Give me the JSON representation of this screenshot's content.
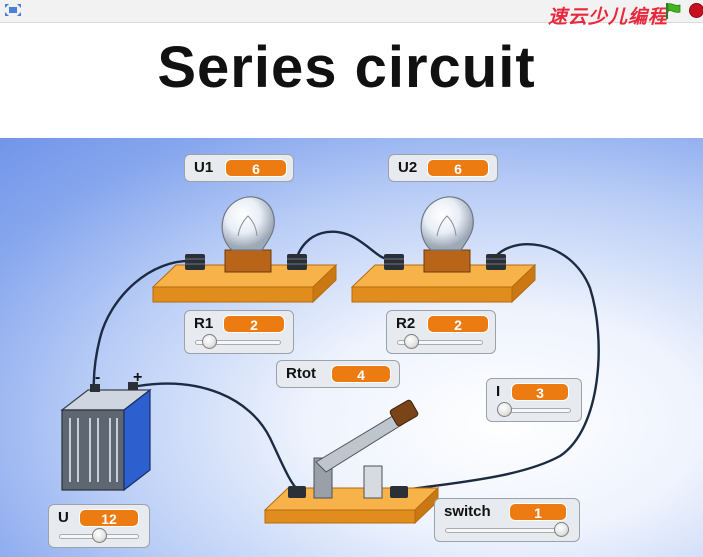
{
  "toolbar": {
    "fullscreen_icon": "fullscreen-icon",
    "green_flag_icon": "green-flag-icon",
    "stop_icon": "stop-sign-icon",
    "brand_text": "速云少儿编程"
  },
  "stage": {
    "title": "Series circuit",
    "monitors": {
      "u1": {
        "label": "U1",
        "value": "6"
      },
      "u2": {
        "label": "U2",
        "value": "6"
      },
      "r1": {
        "label": "R1",
        "value": "2",
        "slider_fraction": 0.1
      },
      "r2": {
        "label": "R2",
        "value": "2",
        "slider_fraction": 0.1
      },
      "rtot": {
        "label": "Rtot",
        "value": "4"
      },
      "i": {
        "label": "I",
        "value": "3",
        "slider_fraction": 0.0
      },
      "u": {
        "label": "U",
        "value": "12",
        "slider_fraction": 0.5
      },
      "switch": {
        "label": "switch",
        "value": "1",
        "slider_fraction": 1.0
      }
    },
    "battery": {
      "minus": "-",
      "plus": "+"
    }
  },
  "colors": {
    "monitor_value": "#ec7b12",
    "stage_blue": "#7395e8",
    "board_orange": "#f0a234",
    "wire": "#1c2b42"
  }
}
